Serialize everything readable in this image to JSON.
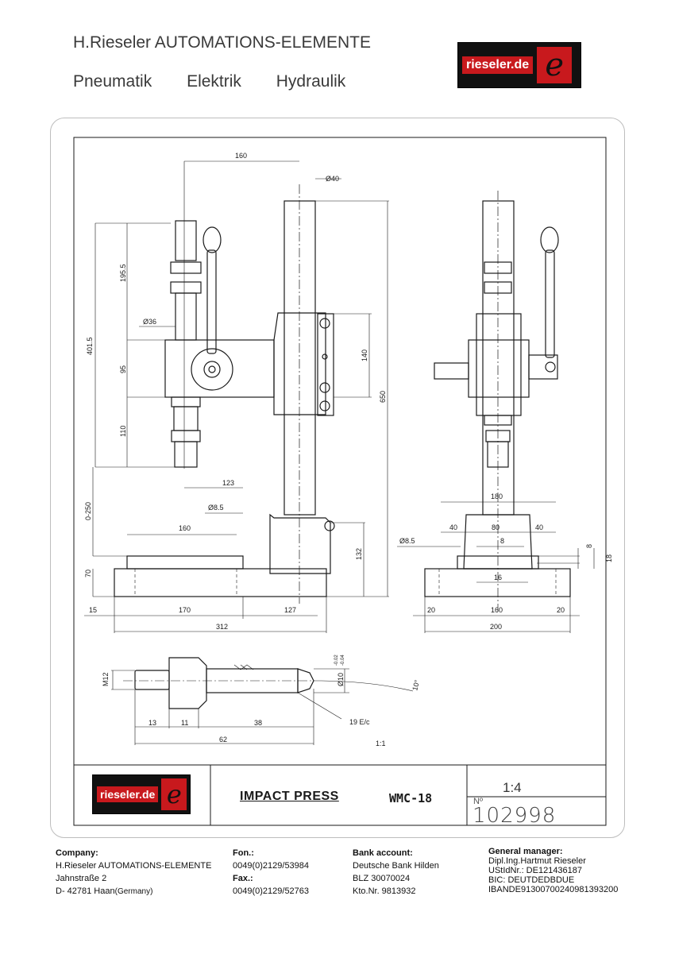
{
  "header": {
    "company": "H.Rieseler AUTOMATIONS-ELEMENTE",
    "categories": [
      "Pneumatik",
      "Elektrik",
      "Hydraulik"
    ],
    "logo_text": "rieseler.de",
    "logo_glyph": "e"
  },
  "drawing": {
    "dims": {
      "d160_top": "160",
      "d40": "Ø40",
      "d195": "195.5",
      "d36": "Ø36",
      "d401": "401.5",
      "d95": "95",
      "d140": "140",
      "d650": "650",
      "d110": "110",
      "d123": "123",
      "d0250": "0-250",
      "d85": "Ø8.5",
      "d160_base": "160",
      "d70": "70",
      "d132": "132",
      "d15": "15",
      "d170": "170",
      "d127": "127",
      "d312": "312",
      "s180": "180",
      "s40a": "40",
      "s80": "80",
      "s40b": "40",
      "s85": "Ø8.5",
      "s8": "8",
      "s8b": "8",
      "s18": "18",
      "s16": "16",
      "s20a": "20",
      "s160": "160",
      "s20b": "20",
      "s200": "200",
      "pM12": "M12",
      "p10": "Ø10",
      "ptol1": "-0.02",
      "ptol2": "-0.04",
      "p10deg": "10°",
      "p19": "19 E/c",
      "p13": "13",
      "p11": "11",
      "p38": "38",
      "p62": "62",
      "p11scale": "1:1"
    }
  },
  "title_block": {
    "logo_text": "rieseler.de",
    "title": "IMPACT PRESS",
    "model": "WMC-18",
    "scale": "1:4",
    "number_label": "Nº",
    "number": "102998"
  },
  "footer": {
    "company": {
      "heading": "Company:",
      "name": "H.Rieseler AUTOMATIONS-ELEMENTE",
      "street": "Jahnstraße 2",
      "city": "D- 42781 Haan",
      "country": "(Germany)"
    },
    "contact": {
      "fon_label": "Fon.:",
      "fon": "0049(0)2129/53984",
      "fax_label": "Fax.:",
      "fax": "0049(0)2129/52763"
    },
    "bank": {
      "heading": "Bank account:",
      "name": "Deutsche Bank Hilden",
      "blz": "BLZ  30070024",
      "kto": "Kto.Nr.  9813932"
    },
    "manager": {
      "heading": "General manager:",
      "name": "Dipl.Ing.Hartmut Rieseler",
      "ust": "UStIdNr.: DE121436187",
      "bic": "BIC: DEUTDEDBDUE",
      "iban": "IBANDE91300700240981393200"
    }
  }
}
